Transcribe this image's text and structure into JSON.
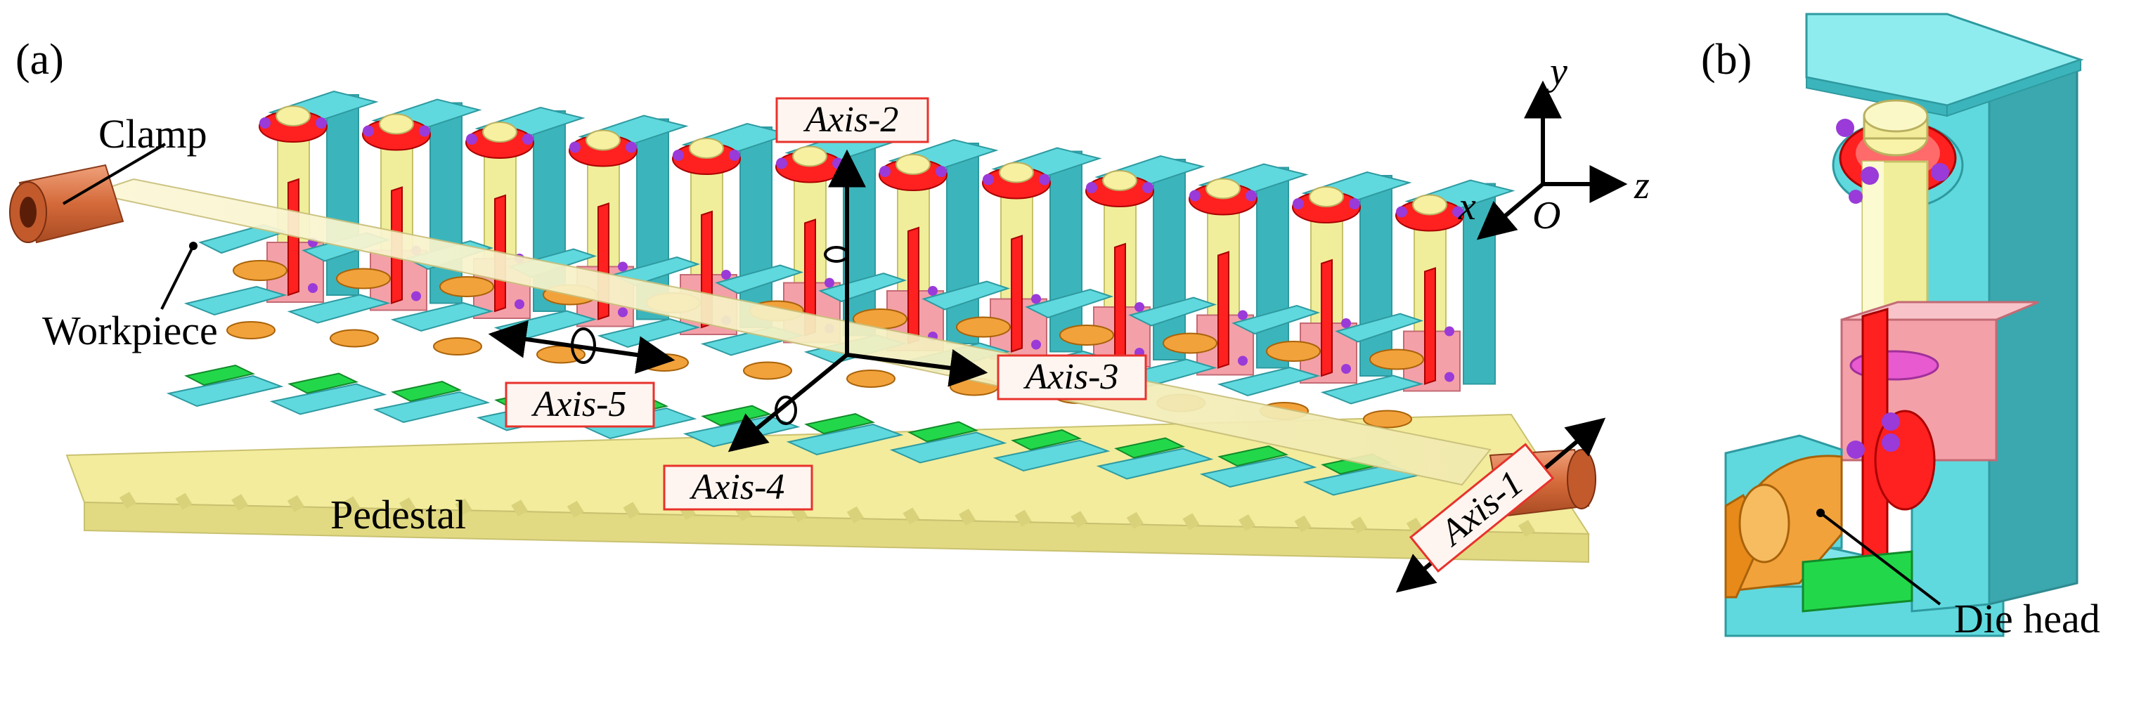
{
  "panels": {
    "a": {
      "label": "(a)",
      "callouts": {
        "clamp": "Clamp",
        "workpiece": "Workpiece",
        "pedestal": "Pedestal"
      },
      "axes": {
        "axis1": "Axis-1",
        "axis2": "Axis-2",
        "axis3": "Axis-3",
        "axis4": "Axis-4",
        "axis5": "Axis-5"
      },
      "coordinate_system": {
        "x": "x",
        "y": "y",
        "z": "z",
        "origin": "O"
      },
      "die_unit_count": 12
    },
    "b": {
      "label": "(b)",
      "callouts": {
        "die_head": "Die head"
      }
    }
  },
  "colors": {
    "pedestal": "#f2ec9c",
    "pedestal_dark": "#d9d27a",
    "frame": "#5fd9de",
    "frame_dark": "#3bb5bb",
    "column": "#f0ee9a",
    "red_part": "#ff2020",
    "pink_block": "#f4a0a8",
    "orange_die": "#f2a23a",
    "green_block": "#22d84a",
    "purple_bolt": "#9a3ad8",
    "clamp": "#d9784a",
    "workpiece": "#fbf6cc",
    "axis_box_border": "#e8322c",
    "axis_box_fill": "#fff5f0"
  }
}
